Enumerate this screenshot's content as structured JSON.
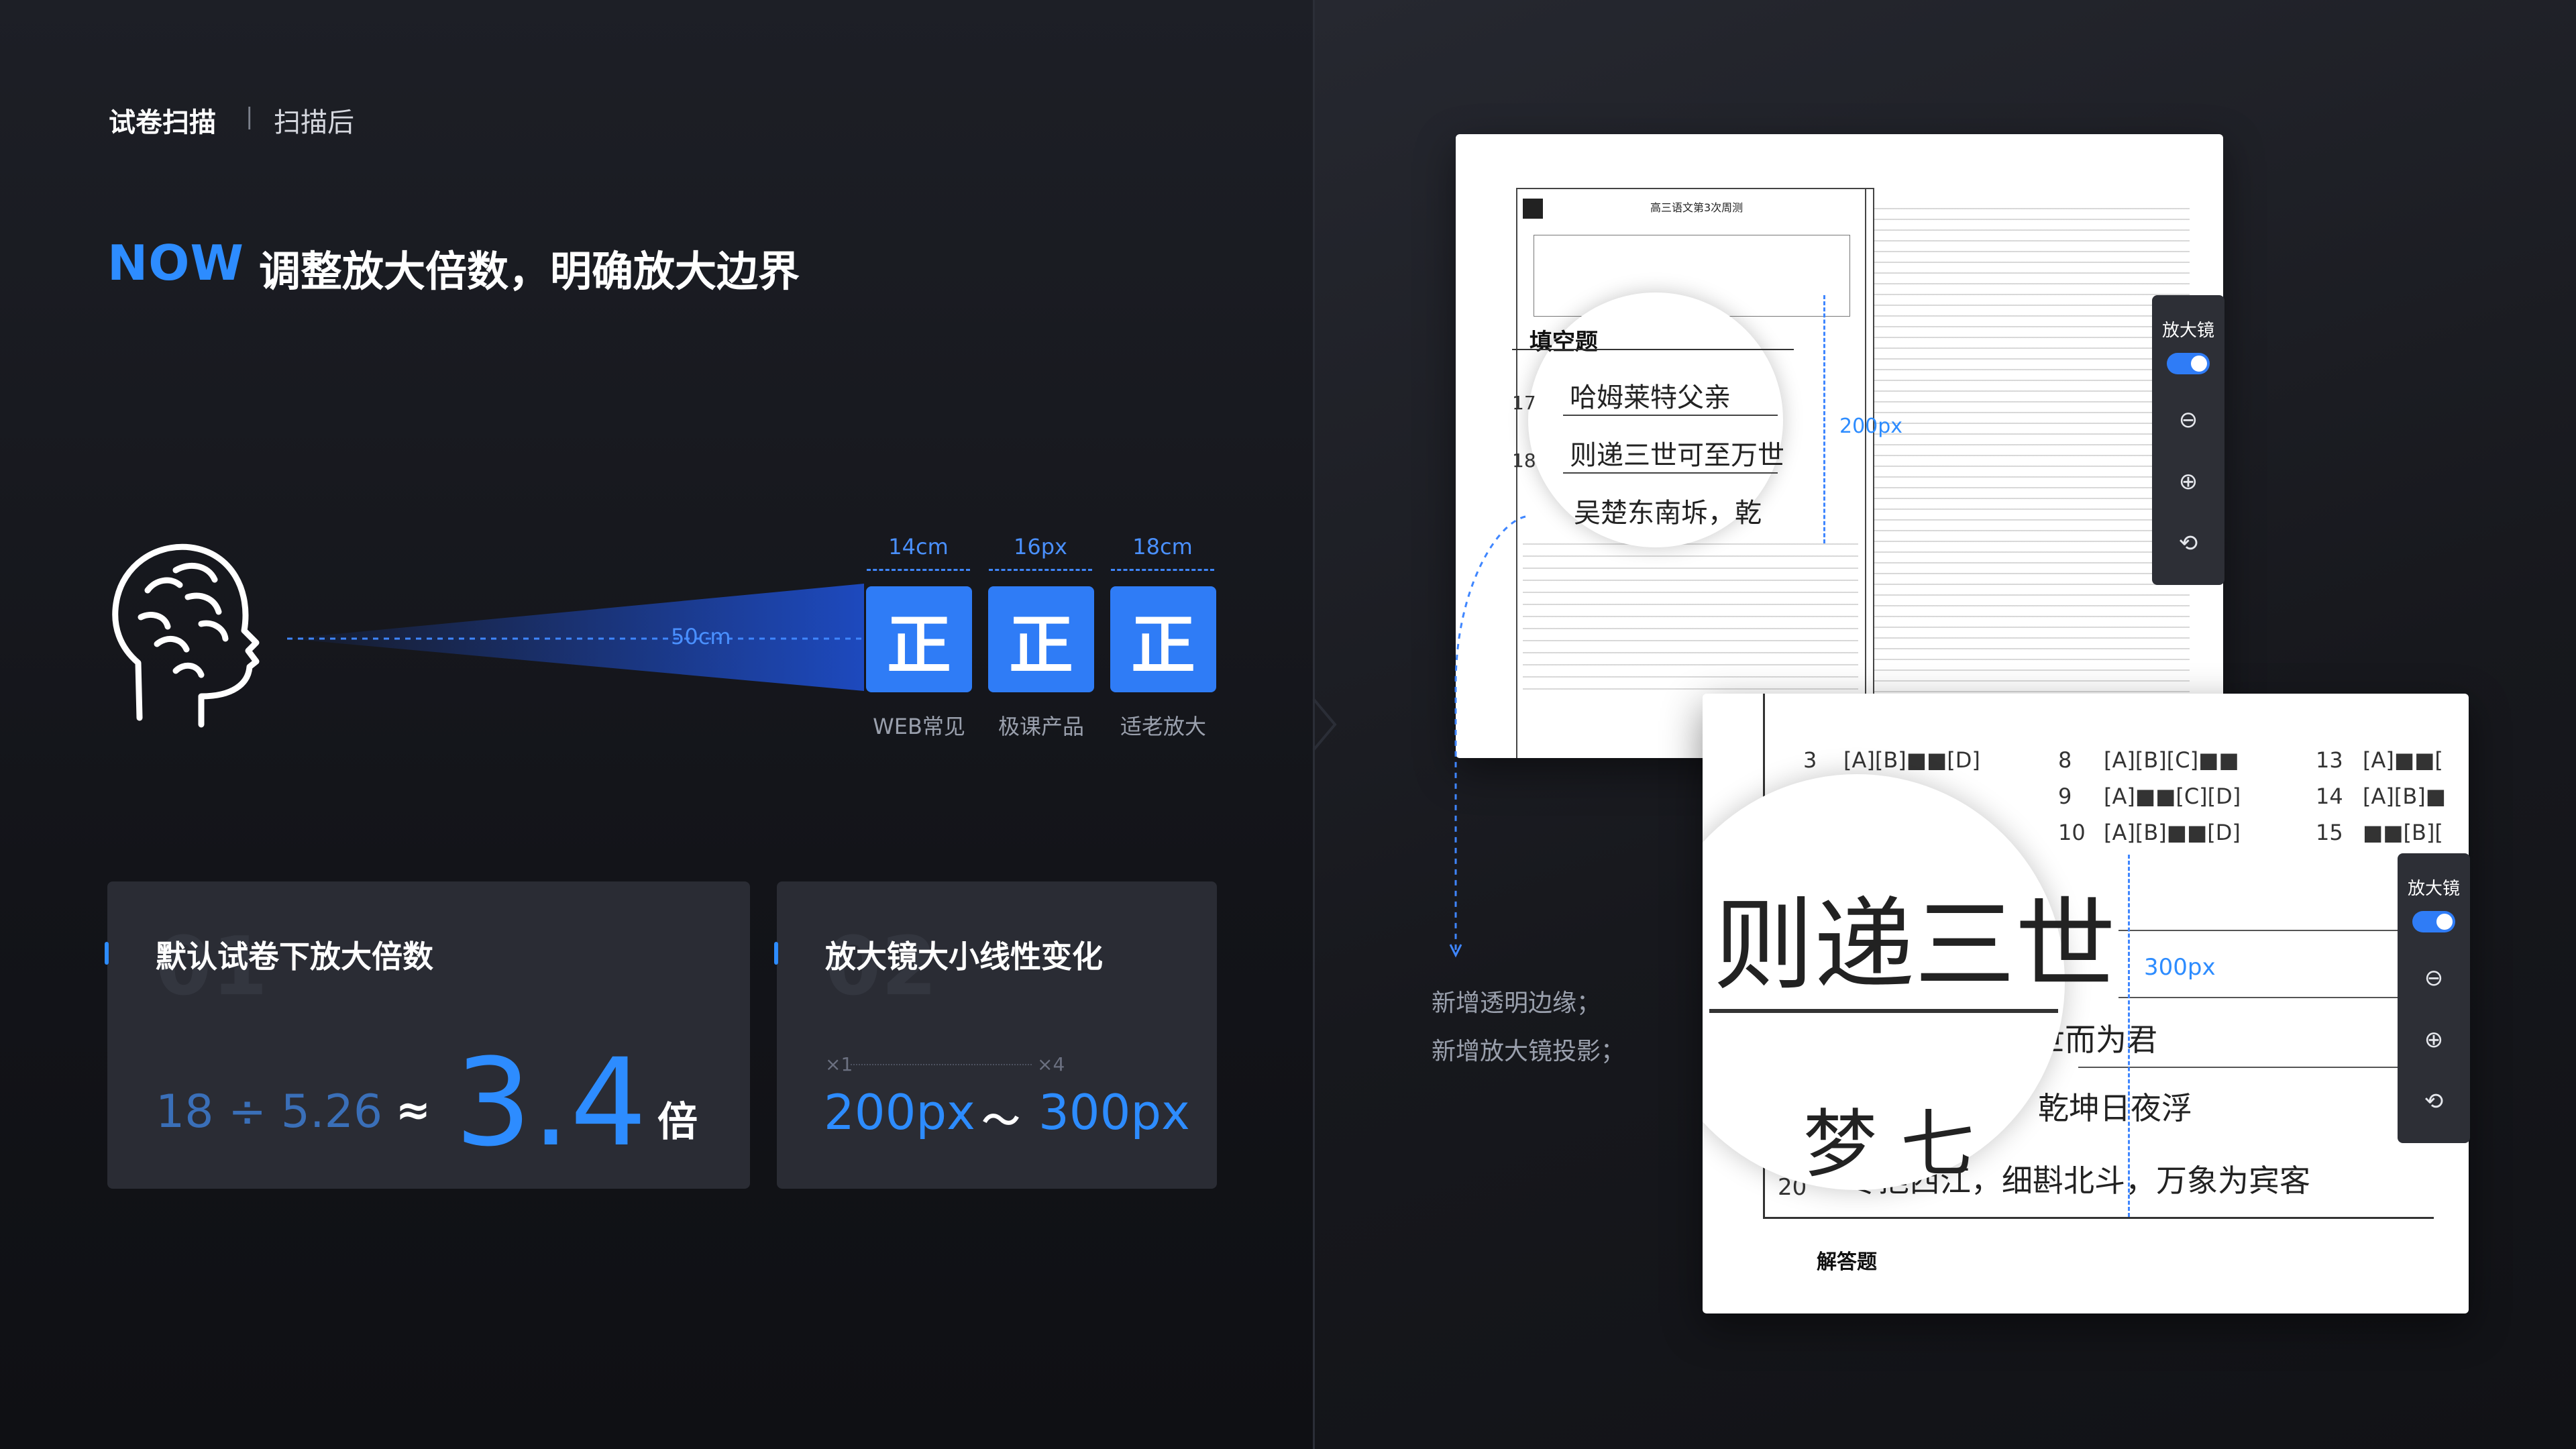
{
  "header": {
    "title": "试卷扫描",
    "separator": "|",
    "subtitle": "扫描后"
  },
  "headline": {
    "highlight": "NOW",
    "text": "调整放大倍数，明确放大边界"
  },
  "illustration": {
    "distance_label": "50cm",
    "char": "正",
    "tiles": [
      {
        "size": "14cm",
        "caption": "WEB常见"
      },
      {
        "size": "16px",
        "caption": "极课产品"
      },
      {
        "size": "18cm",
        "caption": "适老放大"
      }
    ]
  },
  "cards": [
    {
      "title": "默认试卷下放大倍数",
      "ghost": "01",
      "formula_left": "18 ÷ 5.26",
      "approx": "≈",
      "result": "3.4",
      "unit": "倍"
    },
    {
      "title": "放大镜大小线性变化",
      "ghost": "02",
      "min_mult": "×1",
      "max_mult": "×4",
      "min_value": "200px",
      "tilde": "～",
      "max_value": "300px"
    }
  ],
  "doc_top": {
    "exam_title": "高三语文第3次周测",
    "section": "填空题",
    "rows": [
      {
        "num": "17",
        "text": "哈姆莱特父亲"
      },
      {
        "num": "18",
        "text": "则递三世可至万世"
      },
      {
        "num": "",
        "text": "吴楚东南坼，乾"
      }
    ],
    "measure": "200px"
  },
  "doc_bottom": {
    "choices": [
      {
        "num": "3",
        "opts": "[A][B]■■[D]"
      },
      {
        "num": "8",
        "opts": "[A][B][C]■■"
      },
      {
        "num": "13",
        "opts": "[A]■■["
      },
      {
        "num": "9",
        "opts": "[A]■■[C][D]"
      },
      {
        "num": "14",
        "opts": "[A][B]■"
      },
      {
        "num": "10",
        "opts": "[A][B]■■[D]"
      },
      {
        "num": "15",
        "opts": "■■[B]["
      }
    ],
    "magnified": "则递三世",
    "magnified_second": "梦 七",
    "lines": [
      {
        "num": "",
        "text": "世而为君"
      },
      {
        "num": "",
        "text": "乾坤日夜浮"
      },
      {
        "num": "20",
        "text": "尽挹西江，细斟北斗，万象为宾客"
      }
    ],
    "footer": "解答题",
    "measure": "300px"
  },
  "toolbar": {
    "label": "放大镜",
    "toggle_on": true,
    "zoom_out_icon": "zoom-out-icon",
    "zoom_in_icon": "zoom-in-icon",
    "rotate_icon": "rotate-icon"
  },
  "notes": [
    "新增透明边缘；",
    "新增放大镜投影；"
  ],
  "colors": {
    "accent": "#2d8cff",
    "tile": "#2f7cf6",
    "card": "#2a2c34",
    "background": "#121419"
  }
}
